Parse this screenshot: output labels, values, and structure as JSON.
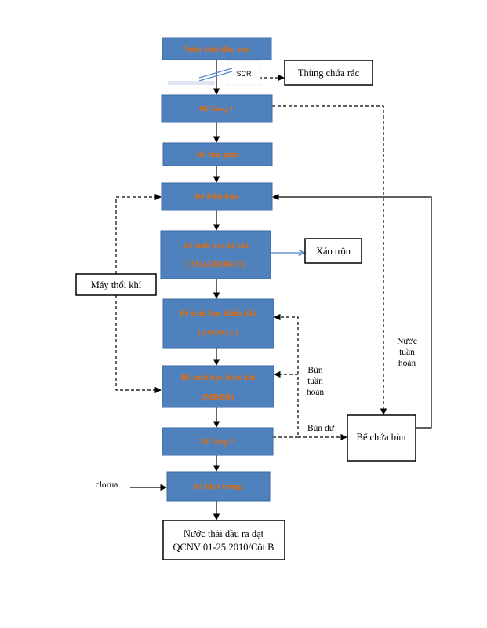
{
  "nodes": {
    "inlet": "Nước thải đầu vào",
    "screen": "SCR",
    "trash": "Thùng chứa rác",
    "settling1": "Bể lắng 1",
    "collection": "Bể thu gom",
    "equalization": "Bể điều hòa",
    "anaerobic_1": "Bể sinh học kị khí",
    "anaerobic_2": "(ANAEROBIC)",
    "mixing": "Xáo trộn",
    "blower": "Máy thổi khí",
    "anoxic_1": "Bể sinh học thiếu khí",
    "anoxic_2": "(ANOXIC)",
    "mbbr_1": "Bể sinh học hiếu khí",
    "mbbr_2": "(MBBR)",
    "settling2": "Bể lắng 2",
    "disinfection": "Bể khử trùng",
    "sludge_tank": "Bể chứa bùn",
    "outlet_1": "Nước thải đầu ra đạt",
    "outlet_2": "QCNV 01-25:2010/Cột B"
  },
  "labels": {
    "chlorine": "clorua",
    "recirc_sludge_1": "Bùn",
    "recirc_sludge_2": "tuần",
    "recirc_sludge_3": "hoàn",
    "excess_sludge": "Bùn dư",
    "recirc_water_1": "Nước",
    "recirc_water_2": "tuần",
    "recirc_water_3": "hoàn"
  },
  "colors": {
    "process_fill": "#4f81bd",
    "process_text": "#e36c09"
  }
}
